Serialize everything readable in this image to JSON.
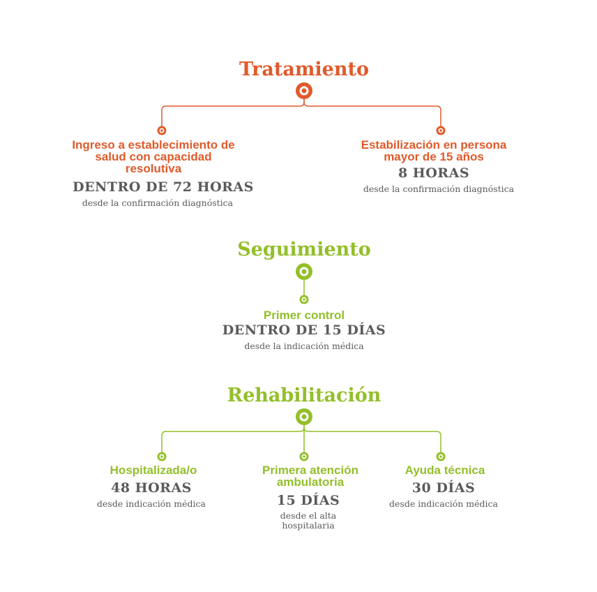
{
  "colors": {
    "orange": "#e05a2b",
    "green": "#93bf2a",
    "gray": "#5a5a5a"
  },
  "tratamiento": {
    "title": "Tratamiento",
    "items": [
      {
        "label_lines": [
          "Ingreso a establecimiento de",
          "salud con capacidad",
          "resolutiva"
        ],
        "time": "DENTRO DE 72 HORAS",
        "note": "desde la confirmación diagnóstica"
      },
      {
        "label_lines": [
          "Estabilización en persona",
          "mayor de 15 años"
        ],
        "time": "8 HORAS",
        "note": "desde la confirmación diagnóstica"
      }
    ]
  },
  "seguimiento": {
    "title": "Seguimiento",
    "items": [
      {
        "label": "Primer control",
        "time": "DENTRO DE 15 DÍAS",
        "note": "desde la indicación médica"
      }
    ]
  },
  "rehabilitacion": {
    "title": "Rehabilitación",
    "items": [
      {
        "label_lines": [
          "Hospitalizada/o"
        ],
        "time": "48 HORAS",
        "note_lines": [
          "desde indicación médica"
        ]
      },
      {
        "label_lines": [
          "Primera atención",
          "ambulatoria"
        ],
        "time": "15 DÍAS",
        "note_lines": [
          "desde el alta",
          "hospitalaria"
        ]
      },
      {
        "label_lines": [
          "Ayuda técnica"
        ],
        "time": "30 DÍAS",
        "note_lines": [
          "desde indicación médica"
        ]
      }
    ]
  }
}
